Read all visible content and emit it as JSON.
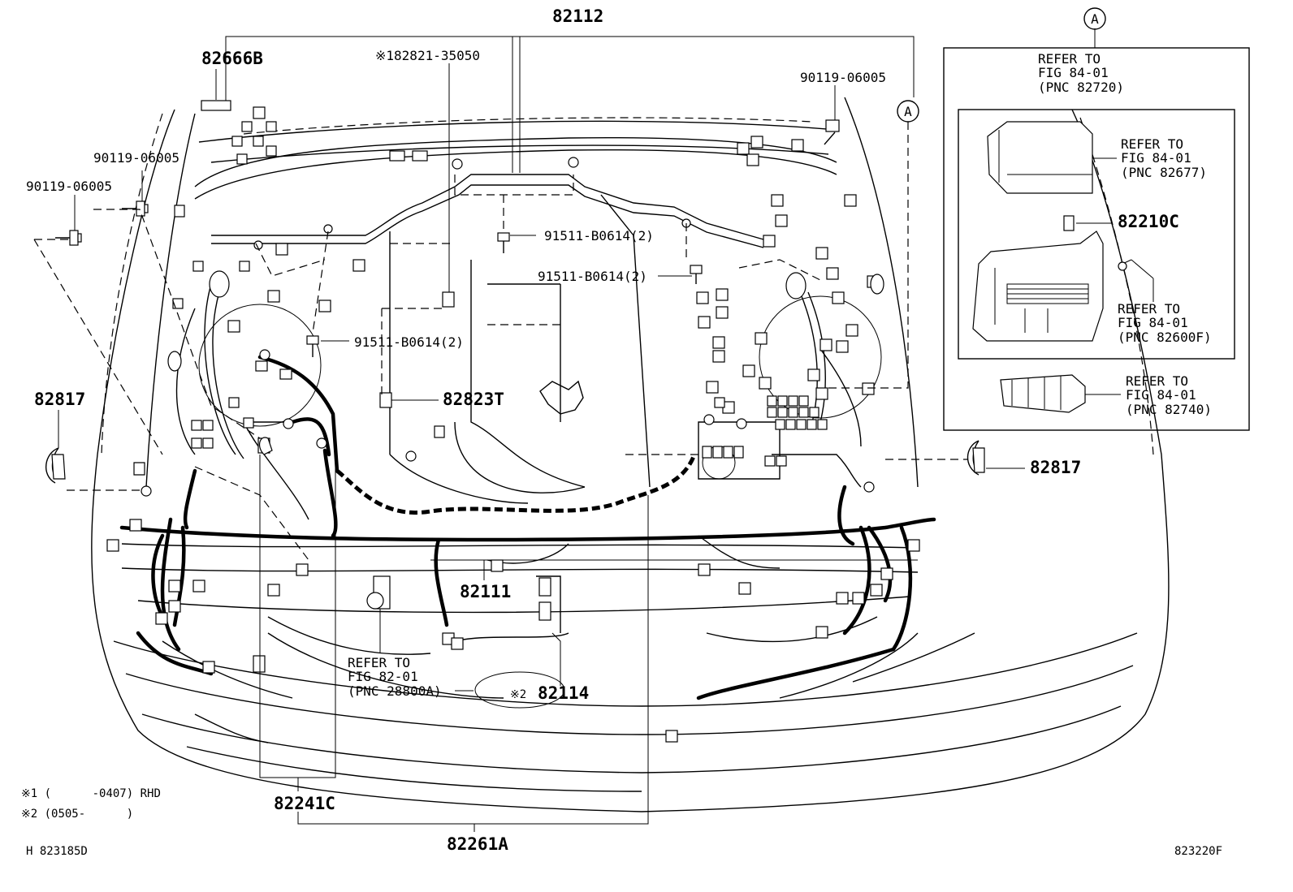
{
  "labels": {
    "p82112": "82112",
    "p82666b": "82666B",
    "p82821": "※182821-35050",
    "p90119_top_right": "90119-06005",
    "p90119_a": "90119-06005",
    "p90119_b": "90119-06005",
    "p91511_1": "91511-B0614(2)",
    "p91511_2": "91511-B0614(2)",
    "p91511_3": "91511-B0614(2)",
    "p82817_left": "82817",
    "p82817_right": "82817",
    "p82823t": "82823T",
    "p82111": "82111",
    "p82114": "82114",
    "mark2": "※2",
    "p82241c": "82241C",
    "p82261a": "82261A",
    "p82210c": "82210C",
    "circle_a": "A",
    "circle_a_inset": "A"
  },
  "refs": {
    "ref_82720": [
      "REFER TO",
      "FIG 84-01",
      "(PNC 82720)"
    ],
    "ref_82677": [
      "REFER TO",
      "FIG 84-01",
      "(PNC 82677)"
    ],
    "ref_82600f": [
      "REFER TO",
      "FIG 84-01",
      "(PNC 82600F)"
    ],
    "ref_82740": [
      "REFER TO",
      "FIG 84-01",
      "(PNC 82740)"
    ],
    "ref_28800a": [
      "REFER TO",
      "FIG 82-01",
      "(PNC 28800A)"
    ]
  },
  "notes": {
    "note1": "※1 (      -0407) RHD",
    "note2": "※2 (0505-      )",
    "code_left": "H 823185D",
    "code_right": "823220F"
  }
}
